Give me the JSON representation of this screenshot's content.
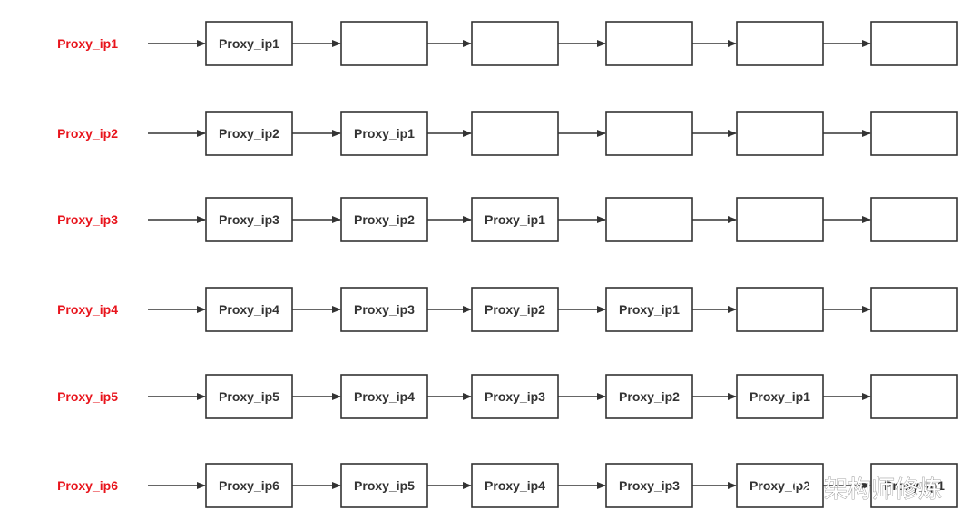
{
  "colors": {
    "label": "#e8141c",
    "box_border": "#333333",
    "box_text": "#333333",
    "arrow": "#333333",
    "background": "#ffffff",
    "watermark": "#ffffff"
  },
  "rows": [
    {
      "label": "Proxy_ip1",
      "slots": [
        "Proxy_ip1",
        "",
        "",
        "",
        "",
        ""
      ]
    },
    {
      "label": "Proxy_ip2",
      "slots": [
        "Proxy_ip2",
        "Proxy_ip1",
        "",
        "",
        "",
        ""
      ]
    },
    {
      "label": "Proxy_ip3",
      "slots": [
        "Proxy_ip3",
        "Proxy_ip2",
        "Proxy_ip1",
        "",
        "",
        ""
      ]
    },
    {
      "label": "Proxy_ip4",
      "slots": [
        "Proxy_ip4",
        "Proxy_ip3",
        "Proxy_ip2",
        "Proxy_ip1",
        "",
        ""
      ]
    },
    {
      "label": "Proxy_ip5",
      "slots": [
        "Proxy_ip5",
        "Proxy_ip4",
        "Proxy_ip3",
        "Proxy_ip2",
        "Proxy_ip1",
        ""
      ]
    },
    {
      "label": "Proxy_ip6",
      "slots": [
        "Proxy_ip6",
        "Proxy_ip5",
        "Proxy_ip4",
        "Proxy_ip3",
        "Proxy_ip2",
        "Proxy_ip1"
      ]
    }
  ],
  "watermark": {
    "icon": "wechat-icon",
    "text": "架构师修炼"
  }
}
